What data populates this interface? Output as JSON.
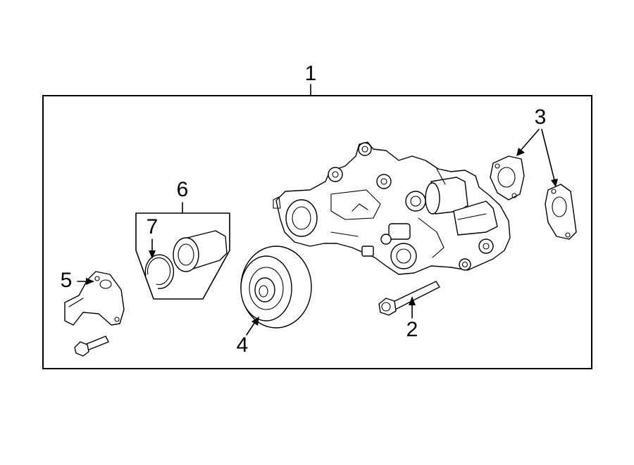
{
  "callouts": {
    "c1": "1",
    "c2": "2",
    "c3": "3",
    "c4": "4",
    "c5": "5",
    "c6": "6",
    "c7": "7"
  },
  "colors": {
    "ink": "#000000",
    "background": "#ffffff"
  },
  "parts": [
    "water-pump-assembly",
    "bolt",
    "gasket",
    "pulley",
    "thermostat-housing",
    "thermostat",
    "retaining-ring"
  ]
}
